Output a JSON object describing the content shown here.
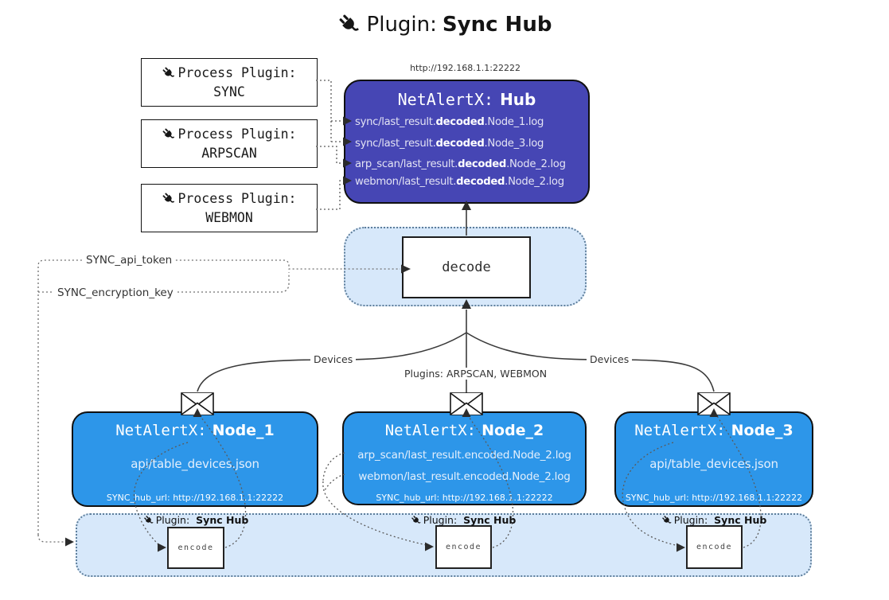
{
  "title": {
    "prefix": "Plugin:",
    "name": "Sync Hub"
  },
  "process_plugins": [
    {
      "label": "Process Plugin:",
      "name": "SYNC"
    },
    {
      "label": "Process Plugin:",
      "name": "ARPSCAN"
    },
    {
      "label": "Process Plugin:",
      "name": "WEBMON"
    }
  ],
  "hub": {
    "url": "http://192.168.1.1:22222",
    "name_prefix": "NetAlertX:",
    "name": "Hub",
    "logs": [
      {
        "pre": "sync/last_result.",
        "bold": "decoded",
        "post": ".Node_1.log"
      },
      {
        "pre": "sync/last_result.",
        "bold": "decoded",
        "post": ".Node_3.log"
      },
      {
        "pre": "arp_scan/last_result.",
        "bold": "decoded",
        "post": ".Node_2.log"
      },
      {
        "pre": "webmon/last_result.",
        "bold": "decoded",
        "post": ".Node_2.log"
      }
    ]
  },
  "decode": {
    "label": "decode"
  },
  "config_keys": {
    "api_token": "SYNC_api_token",
    "encryption_key": "SYNC_encryption_key"
  },
  "edge_labels": {
    "devices_left": "Devices",
    "devices_right": "Devices",
    "plugins": "Plugins: ARPSCAN, WEBMON"
  },
  "nodes": [
    {
      "name_prefix": "NetAlertX:",
      "name": "Node_1",
      "lines": [
        "api/table_devices.json"
      ],
      "footer": "SYNC_hub_url: http://192.168.1.1:22222"
    },
    {
      "name_prefix": "NetAlertX:",
      "name": "Node_2",
      "lines": [
        "arp_scan/last_result.encoded.Node_2.log",
        "webmon/last_result.encoded.Node_2.log"
      ],
      "footer": "SYNC_hub_url: http://192.168.1.1:22222"
    },
    {
      "name_prefix": "NetAlertX:",
      "name": "Node_3",
      "lines": [
        "api/table_devices.json"
      ],
      "footer": "SYNC_hub_url: http://192.168.1.1:22222"
    }
  ],
  "encode": {
    "label_prefix": "Plugin:",
    "label_name": "Sync Hub",
    "box_label": "encode"
  },
  "colors": {
    "hub_fill": "#4646b4",
    "node_fill": "#2d96e9",
    "container_fill": "#d7e8fa",
    "container_border": "#5e7e9b",
    "line": "#3a3a3a",
    "dotted_line": "#5a5a5a"
  }
}
